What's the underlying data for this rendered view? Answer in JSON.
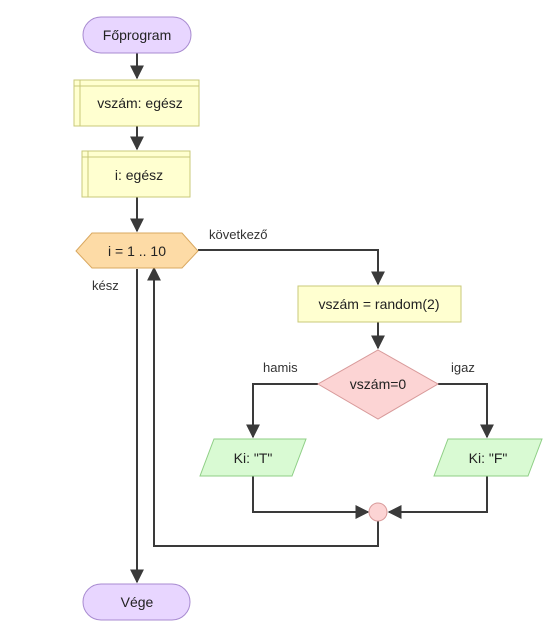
{
  "diagram": {
    "start": "Főprogram",
    "end": "Vége",
    "decl1": "vszám: egész",
    "decl2": "i: egész",
    "loop": "i = 1 .. 10",
    "assign": "vszám = random(2)",
    "condition": "vszám=0",
    "out_left": "Ki: \"T\"",
    "out_right": "Ki: \"F\"",
    "edge_next": "következő",
    "edge_done": "kész",
    "edge_false": "hamis",
    "edge_true": "igaz"
  },
  "colors": {
    "terminal_fill": "#e8d6ff",
    "terminal_stroke": "#a88bd0",
    "decl_fill": "#ffffd0",
    "decl_stroke": "#c9c87a",
    "loop_fill": "#fddba6",
    "loop_stroke": "#d9a860",
    "cond_fill": "#fcd4d4",
    "cond_stroke": "#d89a9a",
    "io_fill": "#d9fad3",
    "io_stroke": "#8fcf86",
    "edge": "#3a3a3a"
  }
}
